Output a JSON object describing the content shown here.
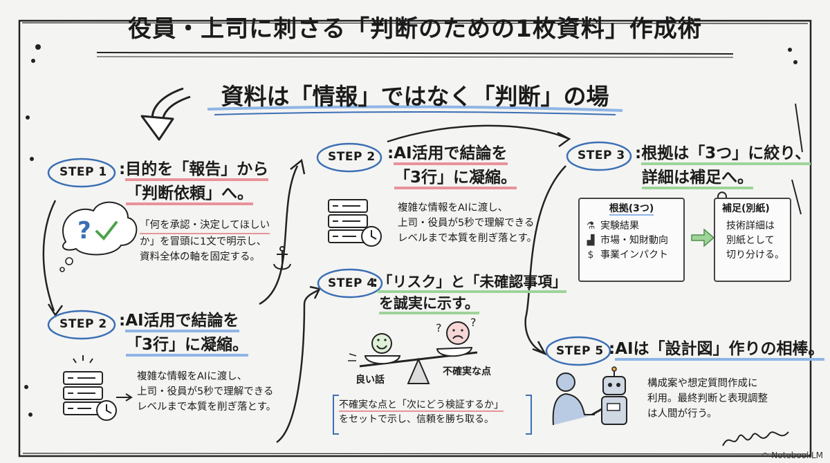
{
  "title": "役員・上司に刺さる「判断のための1枚資料」作成術",
  "subtitle": "資料は「情報」ではなく「判断」の場",
  "steps": {
    "step1": {
      "label": "STEP 1",
      "heading_line1": "目的を「報告」から",
      "heading_line2": "「判断依頼」へ。",
      "body": [
        "「何を承認・決定してほしい",
        "か」を冒頭に1文で明示し、",
        "資料全体の軸を固定する。"
      ]
    },
    "step2_left": {
      "label": "STEP 2",
      "heading_line1": "AI活用で結論を",
      "heading_line2": "「3行」に凝縮。",
      "body": [
        "複雑な情報をAIに渡し、",
        "上司・役員が5秒で理解できる",
        "レベルまで本質を削ぎ落とす。"
      ]
    },
    "step2_top": {
      "label": "STEP 2",
      "heading_line1": "AI活用で結論を",
      "heading_line2": "「3行」に凝縮。",
      "body": [
        "複雑な情報をAIに渡し、",
        "上司・役員が5秒で理解できる",
        "レベルまで本質を削ぎ落とす。"
      ]
    },
    "step3": {
      "label": "STEP 3",
      "heading_line1": "根拠は「3つ」に絞り、",
      "heading_line2": "詳細は補足へ。",
      "evidence_title": "根拠(3つ)",
      "evidence_items": [
        "実験結果",
        "市場・知財動向",
        "事業インパクト"
      ],
      "supplement_title": "補足(別紙)",
      "supplement_body": [
        "技術詳細は",
        "別紙として",
        "切り分ける。"
      ]
    },
    "step4": {
      "label": "STEP 4",
      "heading_line1": "「リスク」と「未確認事項」",
      "heading_line2": "を誠実に示す。",
      "good_label": "良い話",
      "uncertain_label": "不確実な点",
      "note": [
        "不確実な点と「次にどう検証するか」",
        "をセットで示し、信頼を勝ち取る。"
      ]
    },
    "step5": {
      "label": "STEP 5",
      "heading": "AIは「設計図」作りの相棒。",
      "body": [
        "構成案や想定質問作成に",
        "利用。最終判断と表現調整",
        "は人間が行う。"
      ]
    }
  },
  "watermark": "NotebookLM",
  "colors": {
    "accent_red": "#e8929a",
    "accent_blue": "#8fb5e6",
    "accent_green": "#9ed49a",
    "ink": "#1b1b1b"
  }
}
